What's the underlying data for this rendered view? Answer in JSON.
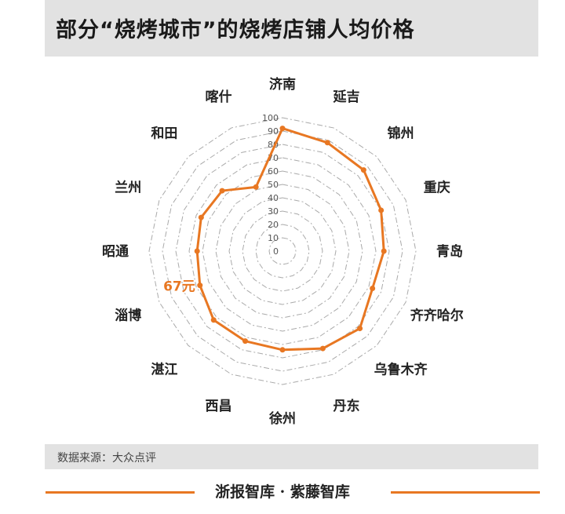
{
  "title": "部分“烧烤城市”的烧烤店铺人均价格",
  "source": "数据来源：大众点评",
  "footer": "浙报智库 · 紫藤智库",
  "colors": {
    "series": "#e87722",
    "grid": "#aaaaaa",
    "header_bg": "#e2e2e2"
  },
  "chart_data": {
    "type": "radar",
    "categories": [
      "济南",
      "延吉",
      "锦州",
      "重庆",
      "青岛",
      "齐齐哈尔",
      "乌鲁木齐",
      "丹东",
      "徐州",
      "西昌",
      "湛江",
      "淄博",
      "昭通",
      "兰州",
      "和田",
      "喀什"
    ],
    "values": [
      92,
      88,
      86,
      80,
      76,
      73,
      82,
      79,
      74,
      73,
      73,
      67,
      64,
      66,
      64,
      52
    ],
    "rlim": [
      0,
      100
    ],
    "ticks": [
      "0",
      "10",
      "20",
      "30",
      "40",
      "50",
      "60",
      "70",
      "80",
      "90",
      "100"
    ],
    "grid": true,
    "annotation": {
      "category": "淄博",
      "text": "67元"
    }
  }
}
